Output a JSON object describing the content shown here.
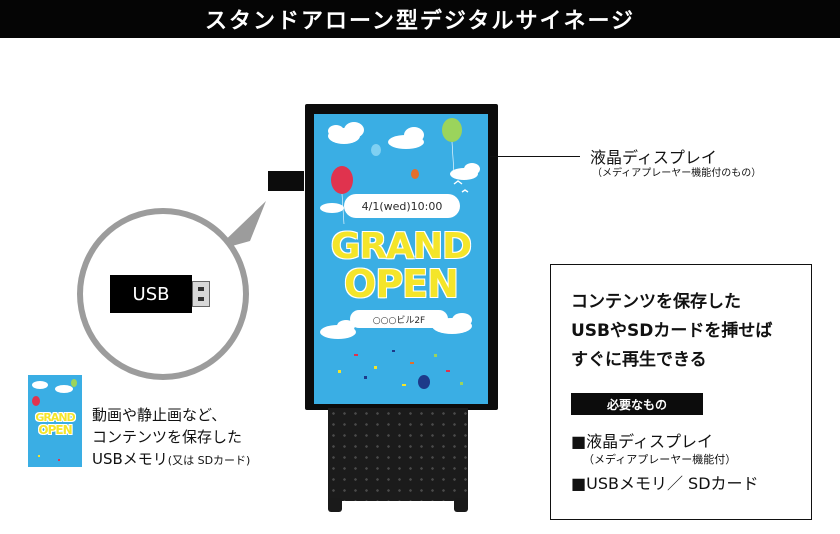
{
  "header": {
    "title": "スタンドアローン型デジタルサイネージ"
  },
  "signage": {
    "screen": {
      "date_text": "4/1(wed)10:00",
      "headline_line1": "GRAND",
      "headline_line2": "OPEN",
      "venue_text": "○○○ビル2F"
    },
    "callout": {
      "label": "液晶ディスプレイ",
      "sub_label": "（メディアプレーヤー機能付のもの）"
    }
  },
  "usb": {
    "label": "USB"
  },
  "thumbnail": {
    "line1": "GRAND",
    "line2": "OPEN"
  },
  "left_description": {
    "line1": "動画や静止画など、",
    "line2": "コンテンツを保存した",
    "line3_main": "USBメモリ",
    "line3_small": "(又は SDカード)"
  },
  "info_box": {
    "headline_line1": "コンテンツを保存した",
    "headline_line2": "USBやSDカードを挿せば",
    "headline_line3": "すぐに再生できる",
    "need_label": "必要なもの",
    "item1": "■液晶ディスプレイ",
    "item1_sub": "（メディアプレーヤー機能付）",
    "item2": "■USBメモリ／ SDカード"
  },
  "colors": {
    "screen_blue": "#3aaee4",
    "headline_yellow": "#f4e52a",
    "frame_black": "#0c0c0c"
  }
}
